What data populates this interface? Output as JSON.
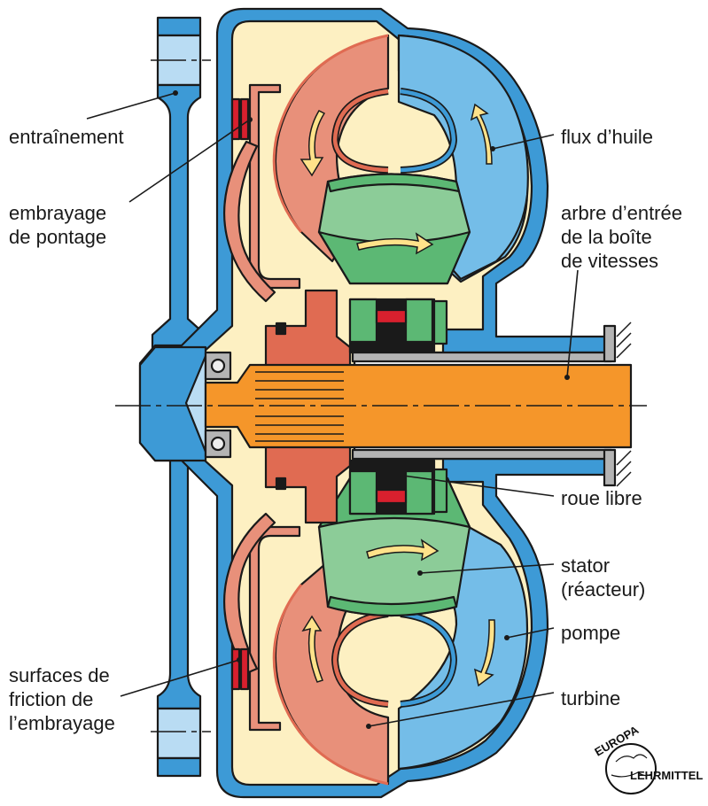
{
  "diagram": {
    "title": "Convertisseur de couple (coupe)",
    "labels": {
      "entrainement": "entraînement",
      "embrayage_line1": "embrayage",
      "embrayage_line2": "de pontage",
      "flux": "flux d’huile",
      "arbre_line1": "arbre d’entrée",
      "arbre_line2": "de la boîte",
      "arbre_line3": "de vitesses",
      "roue_libre": "roue libre",
      "stator_line1": "stator",
      "stator_line2": "(réacteur)",
      "pompe": "pompe",
      "turbine": "turbine",
      "friction_line1": "surfaces de",
      "friction_line2": "friction de",
      "friction_line3": "l’embrayage"
    },
    "colors": {
      "housing": "#3d9ad6",
      "pump": "#74bde8",
      "turbine": "#e8907a",
      "turbine_dark": "#e06b52",
      "stator": "#8ccc98",
      "stator_dark": "#5cb874",
      "oil": "#fdf0c2",
      "shaft": "#f5962a",
      "hub": "#e06b52",
      "freewheel": "#d8202e",
      "arrow": "#ffe28a",
      "bearing": "#b4b4b4",
      "light_blue": "#b9dcf3"
    }
  },
  "logo": {
    "top_text": "EUROPA",
    "side_text": "LEHRMITTEL"
  }
}
